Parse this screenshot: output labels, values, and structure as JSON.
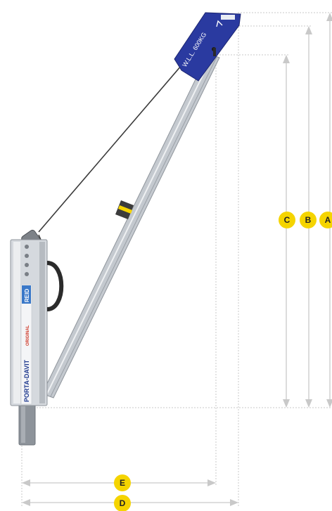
{
  "product": {
    "wll_label": "W.L.L. 600KG",
    "brand_label": "PORTA-DAVIT",
    "brand_suffix": "ORIGINAL",
    "badge_text": "REID"
  },
  "dimensions": [
    {
      "id": "A",
      "label": "A",
      "orientation": "vertical"
    },
    {
      "id": "B",
      "label": "B",
      "orientation": "vertical"
    },
    {
      "id": "C",
      "label": "C",
      "orientation": "vertical"
    },
    {
      "id": "D",
      "label": "D",
      "orientation": "horizontal"
    },
    {
      "id": "E",
      "label": "E",
      "orientation": "horizontal"
    }
  ],
  "colors": {
    "mast": "#d5d9de",
    "boom": "#c4c9cf",
    "head": "#2a3aa0",
    "accent": "#f5d400",
    "badge_bg": "#f5d400",
    "dim_line": "#c9c9c9"
  }
}
